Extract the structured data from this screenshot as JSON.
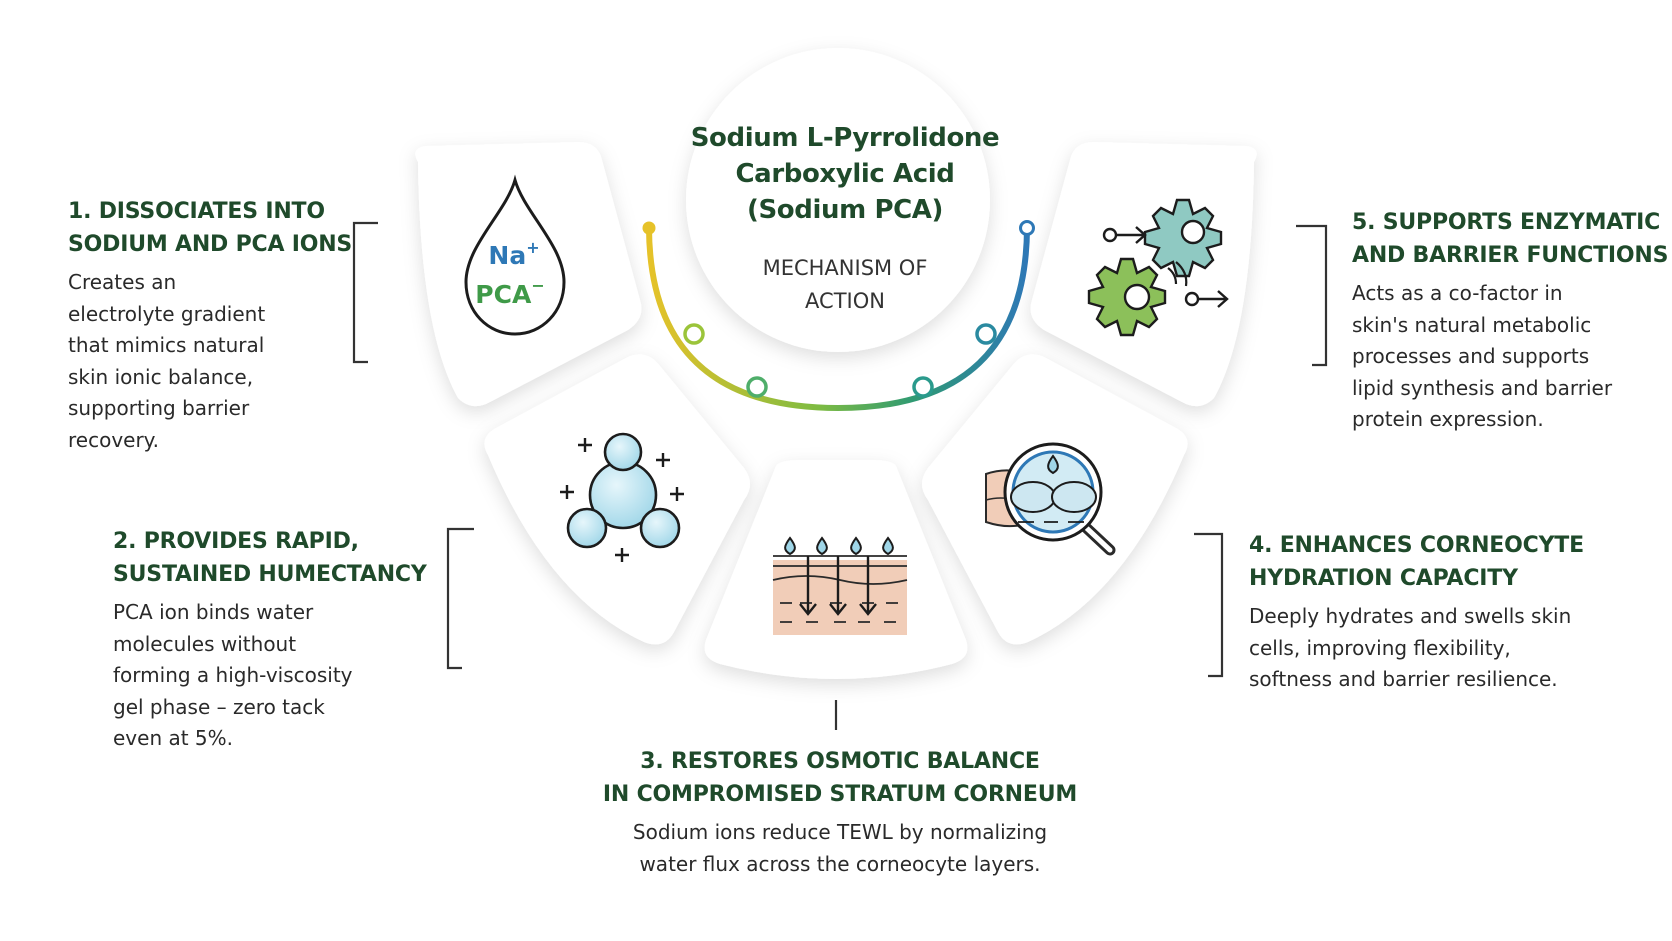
{
  "center": {
    "title_lines": [
      "Sodium L-Pyrrolidone",
      "Carboxylic Acid",
      "(Sodium PCA)"
    ],
    "subtitle_lines": [
      "MECHANISM OF",
      "ACTION"
    ]
  },
  "icons": {
    "drop_label_top": "Na",
    "drop_label_top_sup": "+",
    "drop_label_bottom": "PCA",
    "drop_label_bottom_sup": "−"
  },
  "colors": {
    "heading": "#1f4a2b",
    "body_text": "#2a2a2a",
    "arc_start": "#e6c229",
    "arc_mid": "#7dbb42",
    "arc_end": "#2e78b6",
    "na_blue": "#2e78b6",
    "pca_green": "#3f9a48"
  },
  "steps": [
    {
      "title_lines": [
        "1. DISSOCIATES INTO",
        "SODIUM AND PCA IONS"
      ],
      "desc": "Creates an electrolyte gradient that mimics natural skin ionic balance, supporting barrier recovery.",
      "icon": "ion-droplet-icon"
    },
    {
      "title_lines": [
        "2. PROVIDES RAPID,",
        "SUSTAINED HUMECTANCY"
      ],
      "desc": "PCA ion binds water molecules without forming a high-viscosity gel phase – zero tack even at 5%.",
      "icon": "water-molecule-icon"
    },
    {
      "title_lines": [
        "3. RESTORES OSMOTIC BALANCE",
        "IN COMPROMISED STRATUM CORNEUM"
      ],
      "desc": "Sodium ions reduce TEWL by normalizing water flux across the corneocyte layers.",
      "icon": "skin-layer-icon"
    },
    {
      "title_lines": [
        "4. ENHANCES CORNEOCYTE",
        "HYDRATION CAPACITY"
      ],
      "desc": "Deeply hydrates and swells skin cells, improving flexibility, softness and barrier resilience.",
      "icon": "magnifier-cells-icon"
    },
    {
      "title_lines": [
        "5. SUPPORTS ENZYMATIC",
        "AND BARRIER FUNCTIONS"
      ],
      "desc": "Acts as a co-factor in skin's natural metabolic processes and supports lipid synthesis and barrier protein expression.",
      "icon": "gears-icon"
    }
  ]
}
